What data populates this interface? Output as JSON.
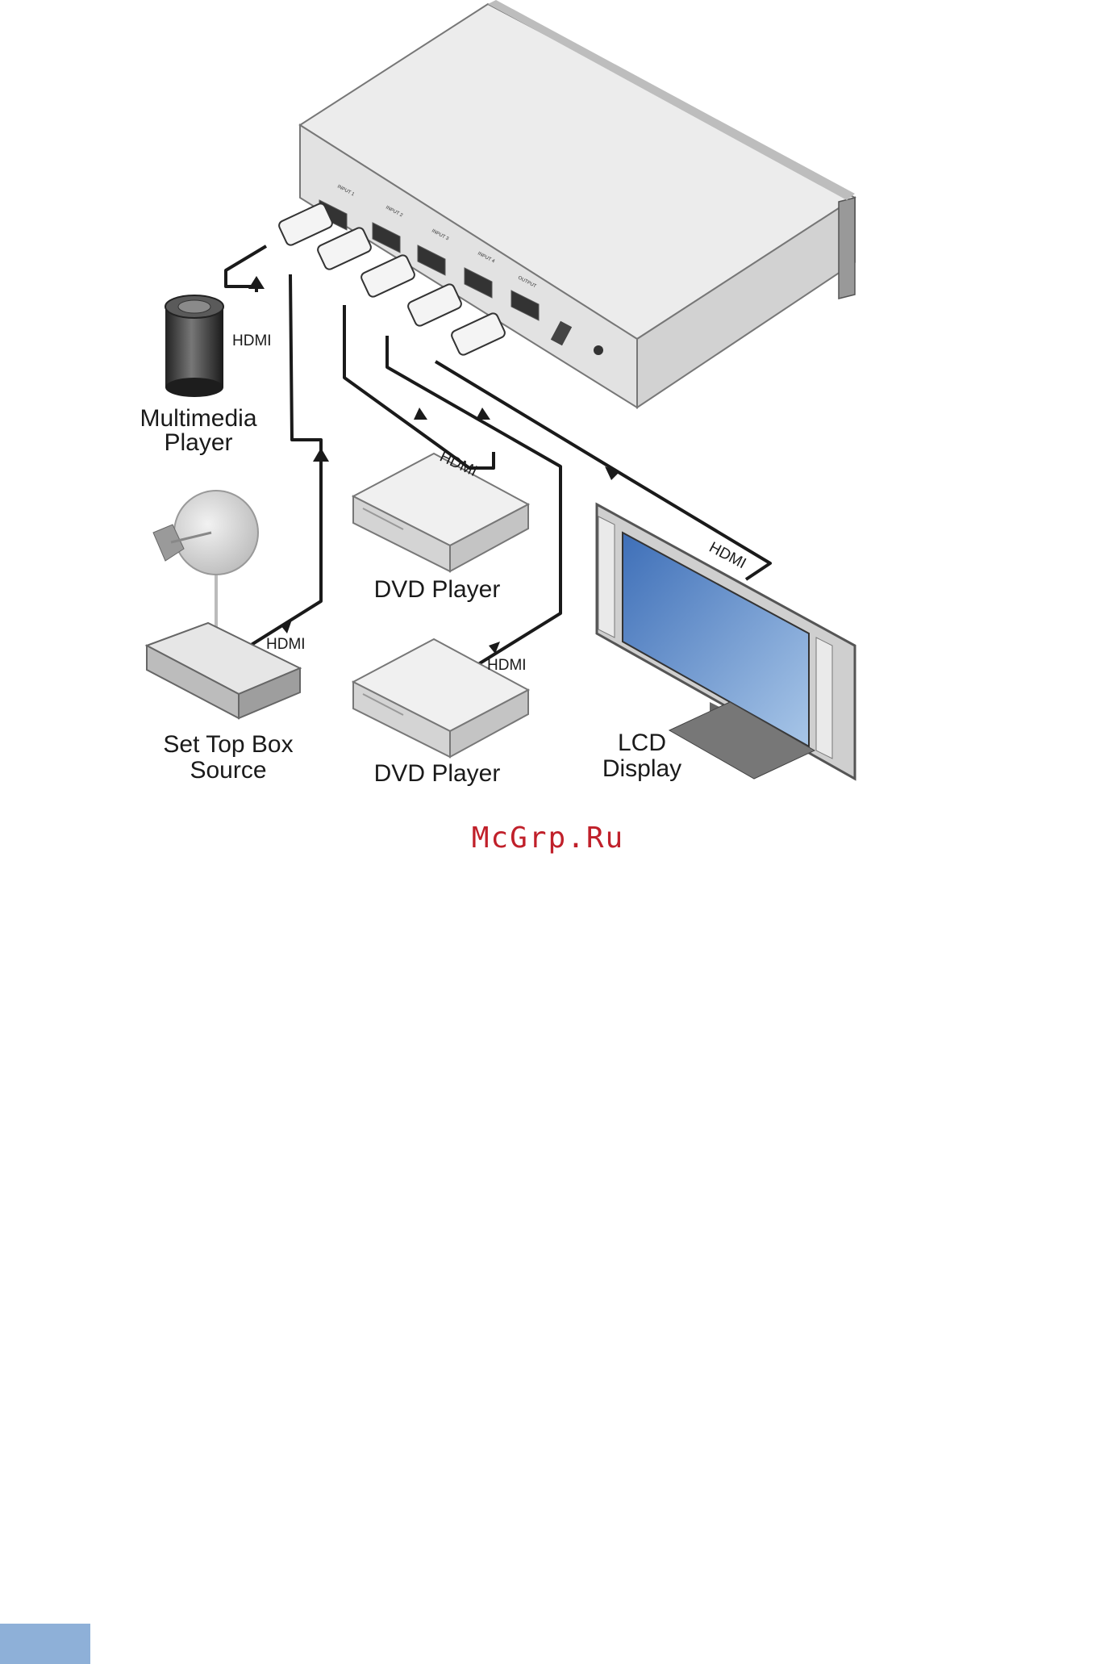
{
  "diagram": {
    "labels": {
      "multimedia_player": [
        "Multimedia",
        "Player"
      ],
      "set_top_box": [
        "Set Top Box",
        "Source"
      ],
      "dvd_player_1": "DVD Player",
      "dvd_player_2": "DVD Player",
      "lcd_display": [
        "LCD",
        "Display"
      ],
      "cable": "HDMI"
    },
    "ports": [
      "INPUT 1",
      "INPUT 2",
      "INPUT 3",
      "INPUT 4",
      "OUTPUT"
    ]
  },
  "watermark": "McGrp.Ru"
}
